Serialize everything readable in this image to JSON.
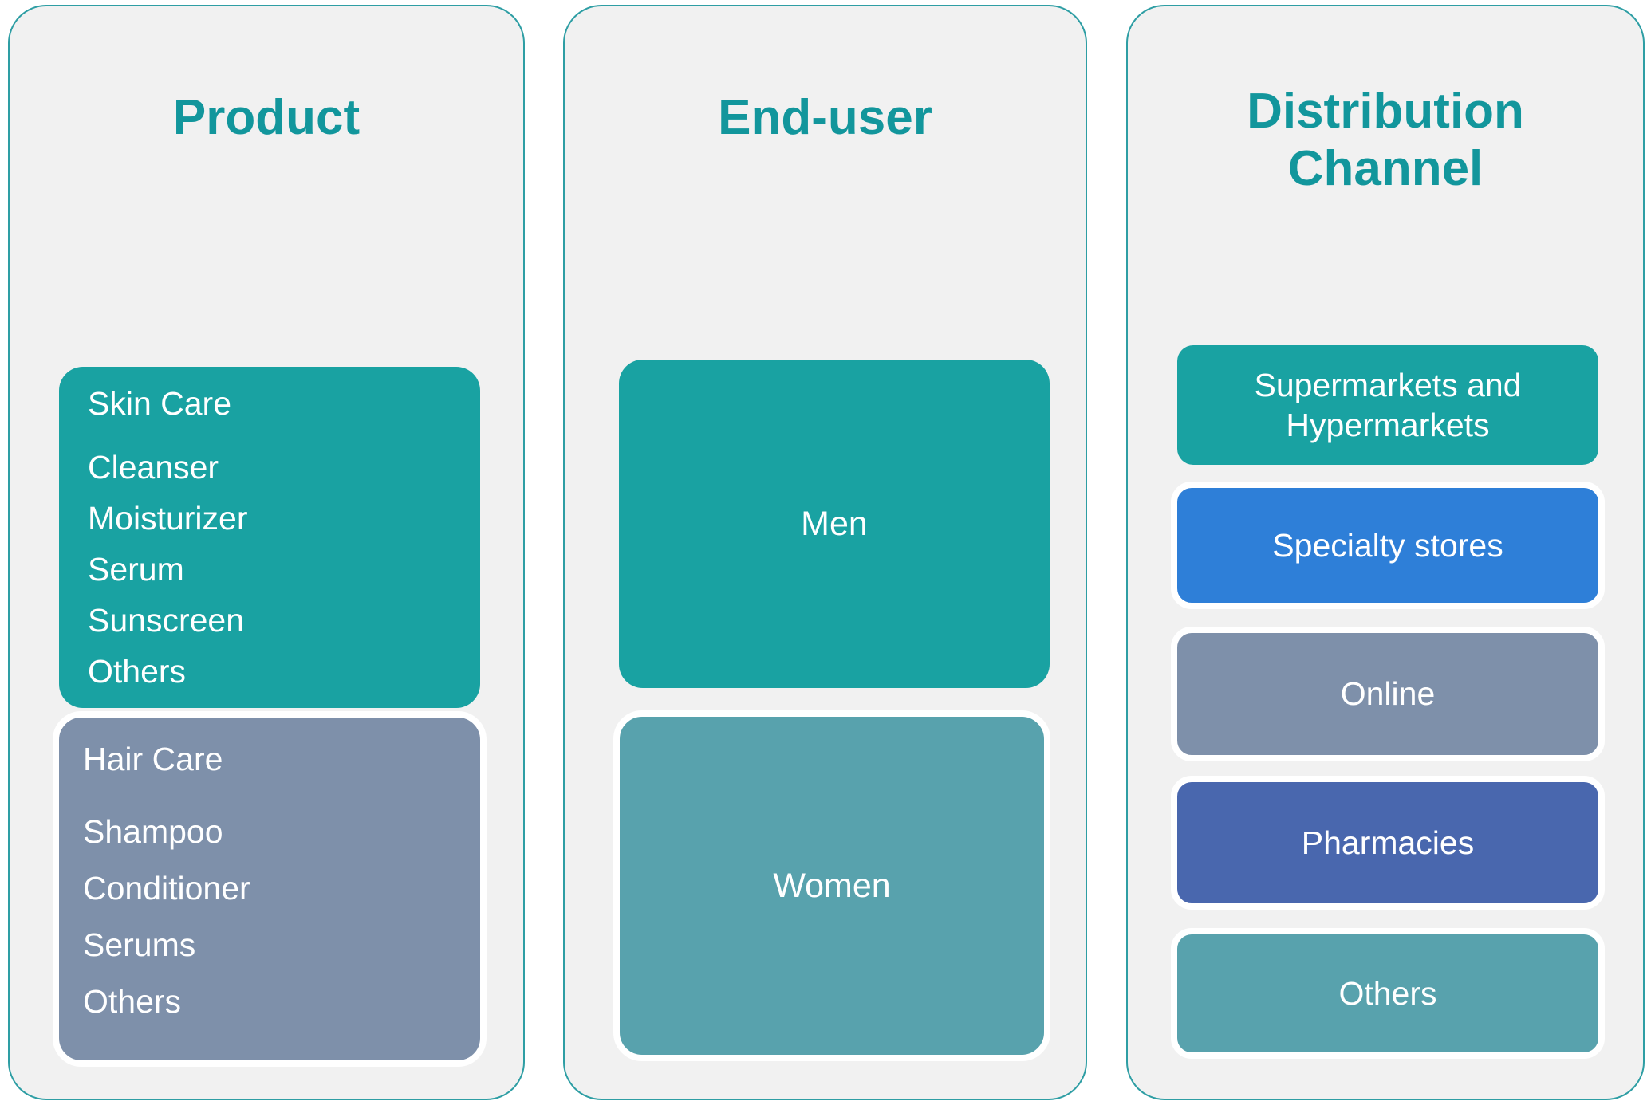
{
  "diagram": {
    "description": "Market segmentation diagram with three category columns"
  },
  "columns": [
    {
      "title": "Product",
      "boxes": [
        {
          "type": "list",
          "heading": "Skin Care",
          "items": [
            "Cleanser",
            "Moisturizer",
            "Serum",
            "Sunscreen",
            "Others"
          ],
          "color": "#19a2a2"
        },
        {
          "type": "list",
          "heading": "Hair Care",
          "items": [
            "Shampoo",
            "Conditioner",
            "Serums",
            "Others"
          ],
          "color": "#7e90aa"
        }
      ]
    },
    {
      "title": "End-user",
      "boxes": [
        {
          "type": "center",
          "label": "Men",
          "color": "#19a2a2"
        },
        {
          "type": "center",
          "label": "Women",
          "color": "#58a2ad"
        }
      ]
    },
    {
      "title": "Distribution Channel",
      "boxes": [
        {
          "type": "center",
          "label": "Supermarkets and Hypermarkets",
          "color": "#19a2a2"
        },
        {
          "type": "center",
          "label": "Specialty stores",
          "color": "#2e7fd8"
        },
        {
          "type": "center",
          "label": "Online",
          "color": "#7e90aa"
        },
        {
          "type": "center",
          "label": "Pharmacies",
          "color": "#4967ae"
        },
        {
          "type": "center",
          "label": "Others",
          "color": "#58a2ad"
        }
      ]
    }
  ],
  "colors": {
    "title_text": "#12969c",
    "column_background": "#f1f1f1",
    "column_border": "#2e9ea4",
    "box_text": "#ffffff",
    "box_border": "#ffffff",
    "teal": "#19a2a2",
    "slate_blue": "#7e90aa",
    "seafoam_teal": "#58a2ad",
    "bright_blue": "#2e7fd8",
    "indigo_blue": "#4967ae"
  }
}
